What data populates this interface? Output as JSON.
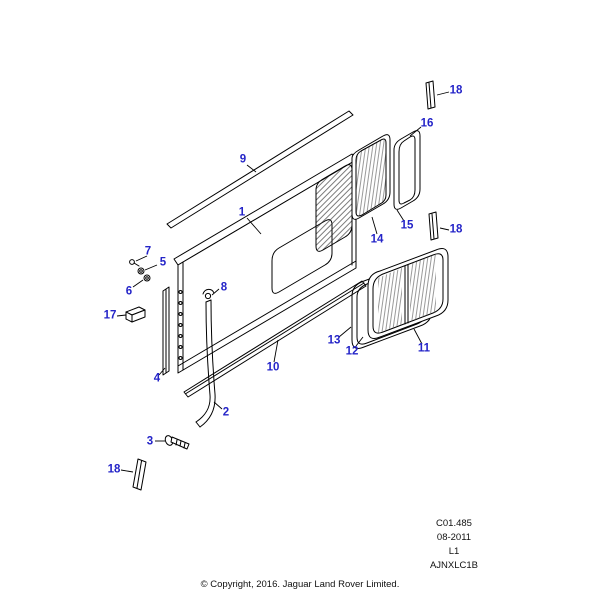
{
  "diagram": {
    "callouts": [
      {
        "label": "18"
      },
      {
        "label": "16"
      },
      {
        "label": "9"
      },
      {
        "label": "1"
      },
      {
        "label": "14"
      },
      {
        "label": "15"
      },
      {
        "label": "18"
      },
      {
        "label": "7"
      },
      {
        "label": "5"
      },
      {
        "label": "6"
      },
      {
        "label": "8"
      },
      {
        "label": "17"
      },
      {
        "label": "13"
      },
      {
        "label": "12"
      },
      {
        "label": "11"
      },
      {
        "label": "4"
      },
      {
        "label": "10"
      },
      {
        "label": "2"
      },
      {
        "label": "3"
      },
      {
        "label": "18"
      }
    ],
    "colors": {
      "callout": "#2424c8",
      "line": "#000000",
      "background": "#ffffff"
    },
    "footer": {
      "doc_code": "C01.485",
      "date_code": "08-2011",
      "sheet_code": "L1",
      "drawing_code": "AJNXLC1B",
      "copyright": "© Copyright, 2016. Jaguar Land Rover Limited."
    }
  }
}
